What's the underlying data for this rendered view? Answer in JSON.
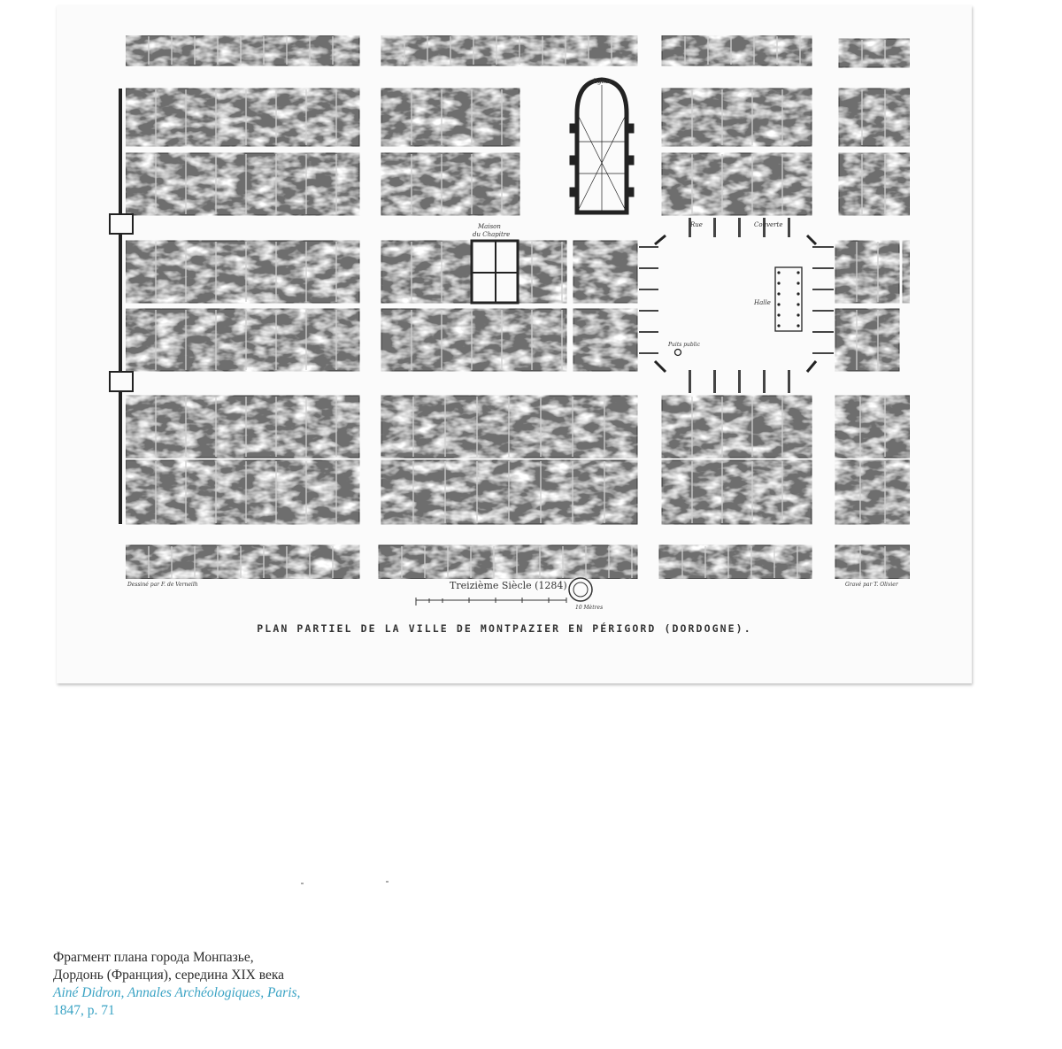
{
  "plate": {
    "labels": {
      "church": "Eglise",
      "chapter_house_1": "Maison",
      "chapter_house_2": "du Chapitre",
      "rue": "Rue",
      "couverte": "Couverte",
      "halle": "Halle",
      "well": "Puits public",
      "drawn_by": "Dessiné par F. de Verneilh",
      "engraved_by": "Gravé par T. Olivier",
      "century": "Treizième Siècle (1284)",
      "scale_unit": "10 Mètres",
      "title": "PLAN PARTIEL DE LA VILLE DE MONTPAZIER EN PÉRIGORD (DORDOGNE)."
    }
  },
  "caption": {
    "line1": "Фрагмент плана города Монпазье,",
    "line2": "Дордонь (Франция), середина XIX века",
    "source1": "Ainé Didron, Annales Archéologiques, Paris,",
    "source2": "1847, p. 71"
  },
  "colors": {
    "block": "#6e6e6e",
    "caption_text": "#2a2a2a",
    "source_link": "#3aa3c4"
  }
}
